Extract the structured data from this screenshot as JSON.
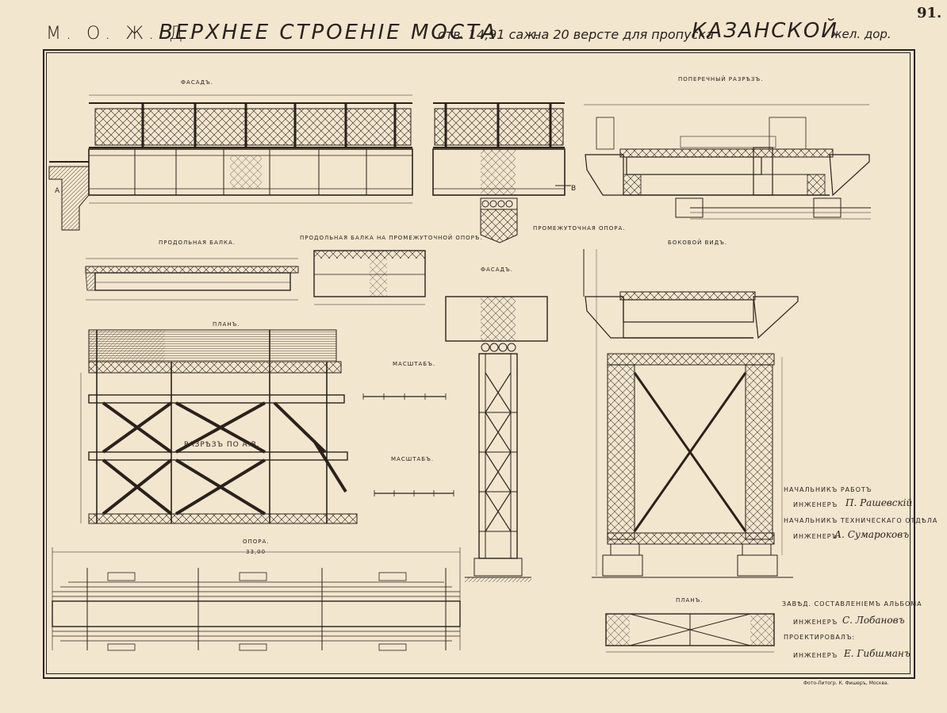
{
  "page_number": "91.",
  "header": {
    "railway": "М. О. Ж. Д.",
    "title": "ВЕРХНЕЕ СТРОЕНIЕ МОСТА",
    "span": "отв. 14,91 саж.",
    "location": "на 20 версте для пропуска",
    "road": "КАЗАНСКОЙ",
    "road_suffix": "жел. дор."
  },
  "views": {
    "facade": "ФАСАДЪ.",
    "cross_section": "ПОПЕРЕЧНЫЙ РАЗРѢЗЪ.",
    "longitudinal_beam": "ПРОДОЛЬНАЯ БАЛКА.",
    "longitudinal_beam_support": "ПРОДОЛЬНАЯ БАЛКА НА ПРОМЕЖУТОЧНОЙ ОПОРѢ.",
    "intermediate_support": "ПРОМЕЖУТОЧНАЯ ОПОРА.",
    "side_view": "БОКОВОЙ ВИДЪ.",
    "plan": "ПЛАНЪ.",
    "section_ab": "РАЗРѢЗЪ ПО А.В.",
    "support_facade": "ФАСАДЪ.",
    "support": "ОПОРА.",
    "support_plan": "ПЛАНЪ.",
    "scale_1": "МАСШТАБЪ.",
    "scale_2": "МАСШТАБЪ.",
    "marker_a": "А",
    "marker_b": "В"
  },
  "signatures": [
    {
      "role": "НАЧАЛЬНИКЪ РАБОТЪ",
      "title": "ИНЖЕНЕРЪ",
      "name": "П. Рашевскiй"
    },
    {
      "role": "НАЧАЛЬНИКЪ ТЕХНИЧЕСКАГО ОТДѢЛА",
      "title": "ИНЖЕНЕРЪ",
      "name": "А. Сумароковъ"
    },
    {
      "role": "ЗАВѢД. СОСТАВЛЕНIЕМЪ АЛЬБОМА",
      "title": "ИНЖЕНЕРЪ",
      "name": "С. Лобановъ"
    },
    {
      "role": "ПРОЕКТИРОВАЛЪ:",
      "title": "ИНЖЕНЕРЪ",
      "name": "Е. Гибшманъ"
    }
  ],
  "dimensions": {
    "support_length": "33,00"
  },
  "printer": "Фото-Литогр. К. Фишеръ, Москва."
}
